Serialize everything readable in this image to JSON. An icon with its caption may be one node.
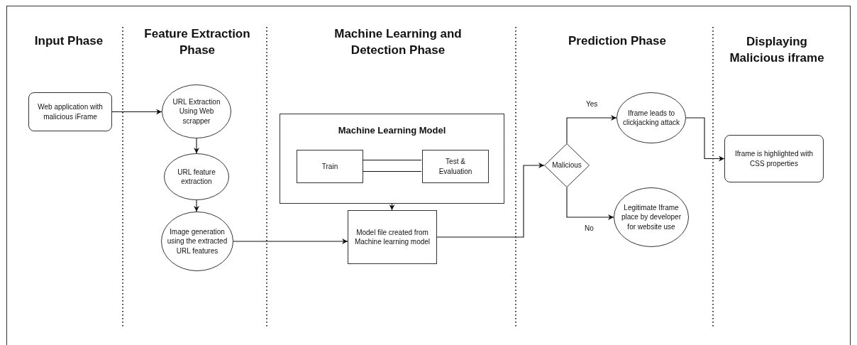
{
  "diagram": {
    "nodes": [
      {
        "text": [
          "Web application with malicious iFrame"
        ]
      },
      {
        "text": [
          "URL Extraction Using Web scrapper"
        ]
      },
      {
        "text": [
          "URL feature extraction"
        ]
      },
      {
        "text": [
          "Image generation using the extracted URL features"
        ]
      },
      {
        "text": [
          "Machine Learning Model"
        ]
      },
      {
        "text": [
          "Train"
        ],
        "in": 4
      },
      {
        "text": [
          "Test & Evaluation"
        ],
        "in": 4
      },
      {
        "text": [
          "Model file created from Machine learning model"
        ]
      },
      {
        "text": [
          "Malicious"
        ]
      },
      {
        "text": [
          "Iframe leads to clickjacking attack"
        ]
      },
      {
        "text": [
          "Legitimate Iframe place by developer for website use"
        ]
      },
      {
        "text": [
          "Iframe is highlighted with CSS properties"
        ]
      }
    ],
    "edges": [
      {
        "from": 0,
        "to": 1,
        "arrow": "to"
      },
      {
        "from": 1,
        "to": 2,
        "arrow": "to"
      },
      {
        "from": 2,
        "to": 3,
        "arrow": "to"
      },
      {
        "from": 3,
        "to": 7,
        "arrow": "to"
      },
      {
        "from": 4,
        "to": 7,
        "arrow": "to"
      },
      {
        "from": 5,
        "to": 6,
        "arrow": "none"
      },
      {
        "from": 5,
        "to": 6,
        "arrow": "none"
      },
      {
        "from": 7,
        "to": 8,
        "arrow": "to"
      },
      {
        "from": 8,
        "to": 9,
        "arrow": "to",
        "label": "Yes"
      },
      {
        "from": 8,
        "to": 10,
        "arrow": "to",
        "label": "No"
      },
      {
        "from": 9,
        "to": 11,
        "arrow": "to"
      }
    ],
    "labels": [
      "Input Phase",
      "Feature Extraction Phase",
      "Machine Learning and Detection Phase",
      "Prediction Phase",
      "Displaying Malicious iframe"
    ]
  }
}
